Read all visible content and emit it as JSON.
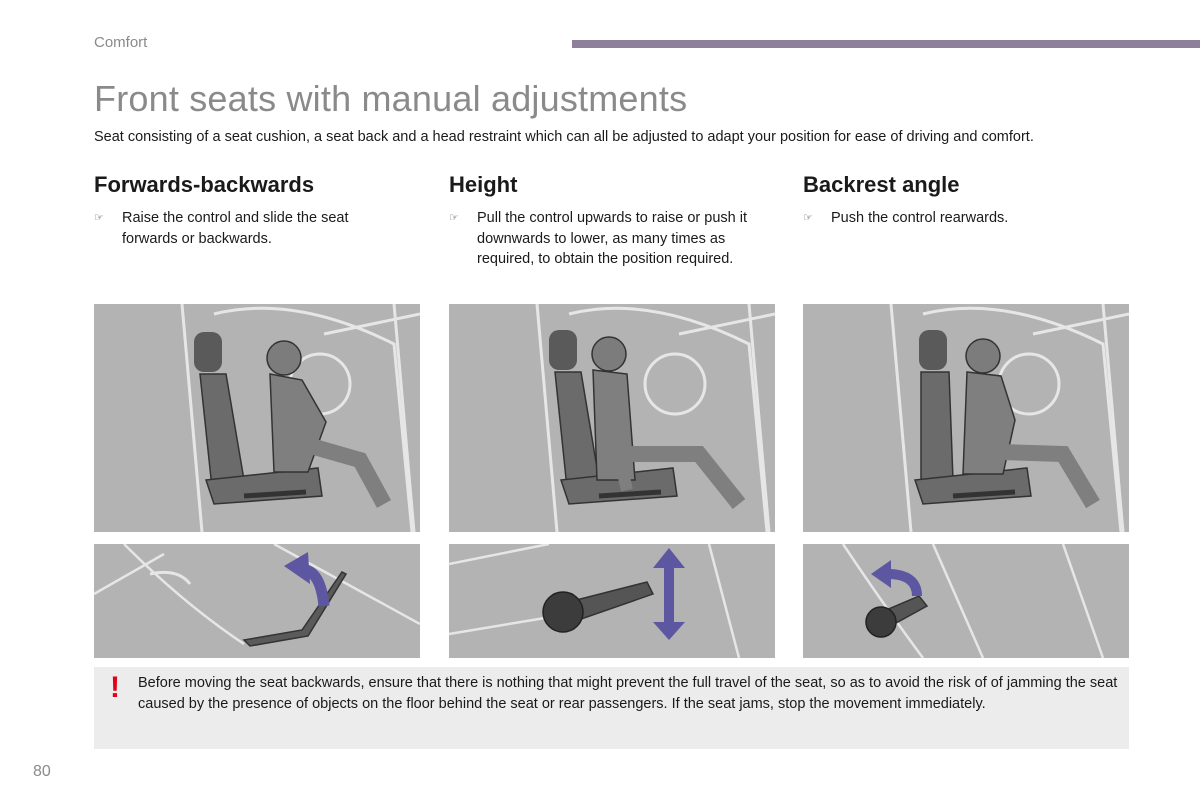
{
  "header": {
    "section": "Comfort",
    "title": "Front seats with manual adjustments",
    "intro": "Seat consisting of a seat cushion, a seat back and a head restraint which can all be adjusted to adapt your position for ease of driving and comfort."
  },
  "columns": [
    {
      "heading": "Forwards-backwards",
      "bullet_icon": "pointing-hand-icon",
      "text": "Raise the control and slide the seat forwards or backwards."
    },
    {
      "heading": "Height",
      "bullet_icon": "pointing-hand-icon",
      "text": "Pull the control upwards to raise or push it downwards to lower, as many times as required, to obtain the position required."
    },
    {
      "heading": "Backrest angle",
      "bullet_icon": "pointing-hand-icon",
      "text": "Push the control rearwards."
    }
  ],
  "warning": {
    "icon": "exclamation-icon",
    "text": "Before moving the seat backwards, ensure that there is nothing that might prevent the full travel of the seat, so as to avoid the risk of of jamming the seat caused by the presence of objects on the floor behind the seat or rear passengers. If the seat jams, stop the movement immediately."
  },
  "footer": {
    "page_number": "80"
  },
  "colors": {
    "accent_bar": "#8e7f9b",
    "arrow": "#5c57a0",
    "warning_mark": "#e2001a",
    "illustration_bg": "#b3b3b3"
  }
}
